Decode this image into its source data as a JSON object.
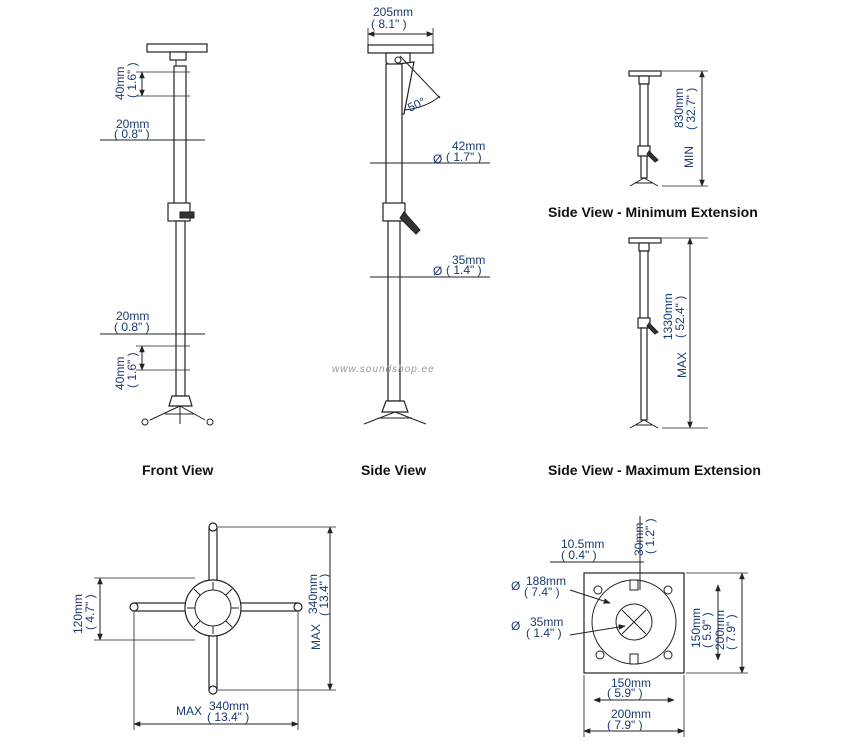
{
  "titles": {
    "front_view": "Front View",
    "side_view": "Side View",
    "side_min": "Side View - Minimum Extension",
    "side_max": "Side View - Maximum Extension"
  },
  "watermark": "www.soundshop.ee",
  "front": {
    "top_offset_mm": "40mm",
    "top_offset_in": "( 1.6\" )",
    "top_spacing_mm": "20mm",
    "top_spacing_in": "( 0.8\" )",
    "bottom_spacing_mm": "20mm",
    "bottom_spacing_in": "( 0.8\" )",
    "bottom_offset_mm": "40mm",
    "bottom_offset_in": "( 1.6\" )"
  },
  "side": {
    "plate_width_mm": "205mm",
    "plate_width_in": "( 8.1\" )",
    "tilt_angle": "50°",
    "upper_tube_mm": "42mm",
    "upper_tube_in": "( 1.7\" )",
    "lower_tube_mm": "35mm",
    "lower_tube_in": "( 1.4\" )",
    "dia": "Ø"
  },
  "min_ext": {
    "length_mm": "830mm",
    "length_in": "( 32.7\" )",
    "label": "MIN"
  },
  "max_ext": {
    "length_mm": "1330mm",
    "length_in": "( 52.4\" )",
    "label": "MAX"
  },
  "spider": {
    "arm_height_mm": "120mm",
    "arm_height_in": "( 4.7\" )",
    "max_height_mm": "340mm",
    "max_height_in": "( 13.4\" )",
    "max_label": "MAX",
    "max_width_mm": "340mm",
    "max_width_in": "( 13.4\" )"
  },
  "plate": {
    "slot_mm": "10.5mm",
    "slot_in": "( 0.4\" )",
    "offset_mm": "30mm",
    "offset_in": "( 1.2\" )",
    "circle_mm": "188mm",
    "circle_in": "( 7.4\" )",
    "pipe_mm": "35mm",
    "pipe_in": "( 1.4\" )",
    "inner_h_mm": "150mm",
    "inner_h_in": "( 5.9\" )",
    "outer_h_mm": "200mm",
    "outer_h_in": "( 7.9\" )",
    "inner_w_mm": "150mm",
    "inner_w_in": "( 5.9\" )",
    "outer_w_mm": "200mm",
    "outer_w_in": "( 7.9\" )",
    "dia": "Ø"
  }
}
